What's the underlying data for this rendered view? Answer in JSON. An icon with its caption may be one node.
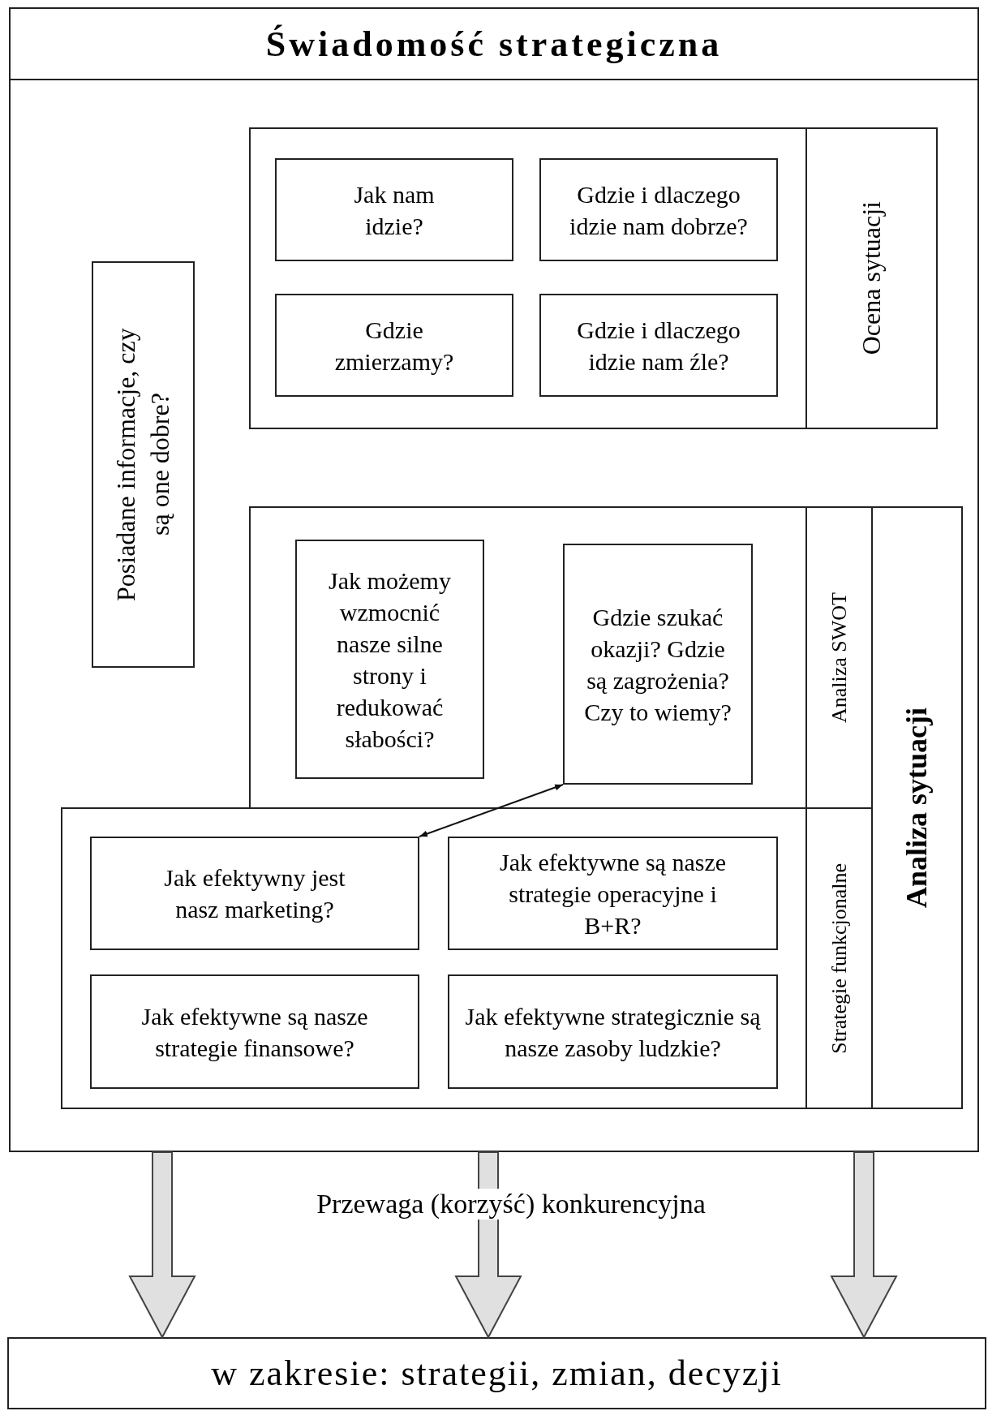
{
  "diagram": {
    "nodes": [
      {
        "text": [
          "Świadomość strategiczna"
        ]
      },
      {
        "text": [
          "Posiadane informacje, czy są one dobre?"
        ],
        "in": 0
      },
      {
        "text": [
          "Ocena sytuacji"
        ],
        "in": 0
      },
      {
        "text": [
          "Jak nam idzie?"
        ],
        "in": 2
      },
      {
        "text": [
          "Gdzie i dlaczego idzie nam dobrze?"
        ],
        "in": 2
      },
      {
        "text": [
          "Gdzie zmierzamy?"
        ],
        "in": 2
      },
      {
        "text": [
          "Gdzie i dlaczego idzie nam źle?"
        ],
        "in": 2
      },
      {
        "text": [
          "Analiza sytuacji"
        ],
        "in": 0
      },
      {
        "text": [
          "Analiza SWOT"
        ],
        "in": 0
      },
      {
        "text": [
          "Jak możemy wzmocnić nasze silne strony i redukować słabości?"
        ],
        "in": 8
      },
      {
        "text": [
          "Gdzie szukać okazji? Gdzie są zagrożenia? Czy to wiemy?"
        ],
        "in": 8
      },
      {
        "text": [
          "Strategie funkcjonalne"
        ],
        "in": 0
      },
      {
        "text": [
          "Jak efektywny jest nasz marketing?"
        ],
        "in": 11
      },
      {
        "text": [
          "Jak efektywne są nasze strategie operacyjne i B+R?"
        ],
        "in": 11
      },
      {
        "text": [
          "Jak efektywne są nasze strategie finansowe?"
        ],
        "in": 11
      },
      {
        "text": [
          "Jak efektywne strategicznie są nasze zasoby ludzkie?"
        ],
        "in": 11
      },
      {
        "text": [
          "w zakresie: strategii, zmian, decyzji"
        ]
      }
    ],
    "edges": [
      {
        "from": 10,
        "to": 12,
        "arrow": "both",
        "color": "#111111"
      },
      {
        "from": 0,
        "to": 16,
        "arrow": "to",
        "style": "thick"
      },
      {
        "from": 0,
        "to": 16,
        "arrow": "to",
        "style": "thick"
      },
      {
        "from": 0,
        "to": 16,
        "arrow": "to",
        "style": "thick"
      }
    ],
    "labels": [
      "Przewaga (korzyść) konkurencyjna"
    ]
  }
}
